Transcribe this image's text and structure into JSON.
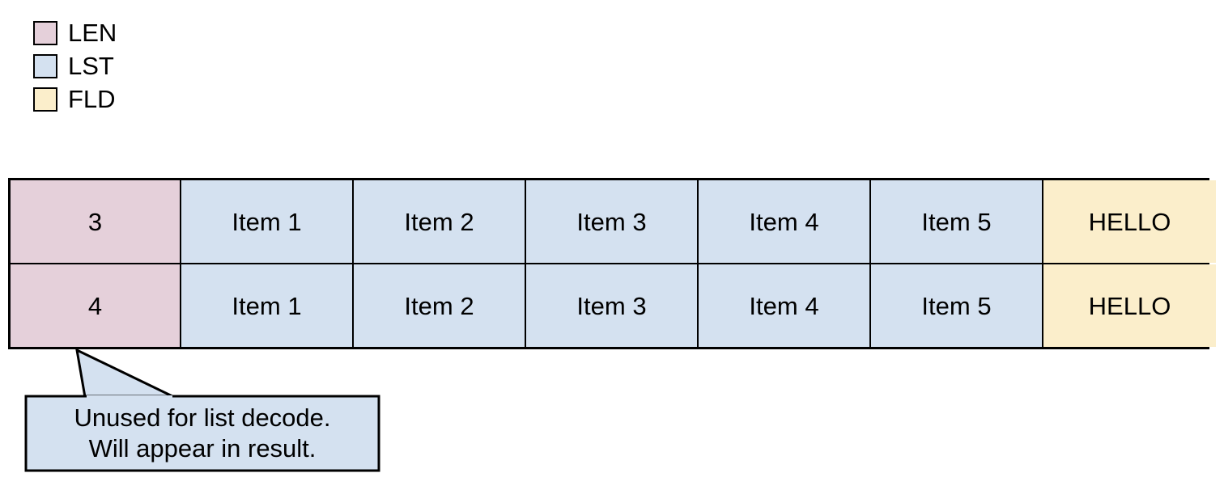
{
  "colors": {
    "len": "#e5d0da",
    "lst": "#d4e1f0",
    "fld": "#fbeecb",
    "stroke": "#000000",
    "background": "#ffffff"
  },
  "legend": {
    "items": [
      {
        "label": "LEN",
        "color": "#e5d0da",
        "swatch_name": "legend-swatch-len"
      },
      {
        "label": "LST",
        "color": "#d4e1f0",
        "swatch_name": "legend-swatch-lst"
      },
      {
        "label": "FLD",
        "color": "#fbeecb",
        "swatch_name": "legend-swatch-fld"
      }
    ]
  },
  "table": {
    "rows": [
      {
        "len": "3",
        "list": [
          "Item 1",
          "Item 2",
          "Item 3",
          "Item 4",
          "Item 5"
        ],
        "field": "HELLO"
      },
      {
        "len": "4",
        "list": [
          "Item 1",
          "Item 2",
          "Item 3",
          "Item 4",
          "Item 5"
        ],
        "field": "HELLO"
      }
    ]
  },
  "callout": {
    "line1": "Unused for list decode.",
    "line2": "Will appear in result.",
    "fill": "#d4e1f0",
    "target": "len-cell-row-2"
  }
}
